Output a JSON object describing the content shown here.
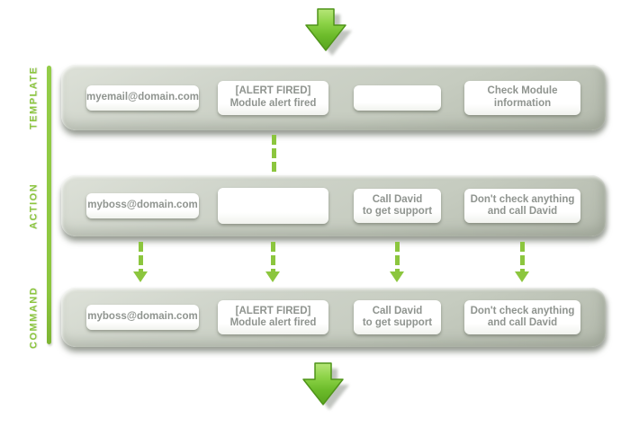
{
  "diagram": {
    "background": "#ffffff",
    "accent_green": "#8cc63e",
    "bar_color": "#c6ccc0",
    "box_text_color": "#8f948f",
    "top_arrow_icon": "down-arrow",
    "bottom_arrow_icon": "down-arrow",
    "rows": [
      {
        "id": "template",
        "label": "TEMPLATE",
        "boxes": [
          {
            "line1": "myemail@domain.com",
            "line2": ""
          },
          {
            "line1": "[ALERT FIRED]",
            "line2": "Module alert fired"
          },
          {
            "line1": "",
            "line2": ""
          },
          {
            "line1": "Check Module",
            "line2": "information"
          }
        ]
      },
      {
        "id": "action",
        "label": "ACTION",
        "boxes": [
          {
            "line1": "myboss@domain.com",
            "line2": ""
          },
          {
            "line1": "",
            "line2": ""
          },
          {
            "line1": "Call David",
            "line2": "to get support"
          },
          {
            "line1": "Don't check anything",
            "line2": "and call David"
          }
        ]
      },
      {
        "id": "command",
        "label": "COMMAND",
        "boxes": [
          {
            "line1": "myboss@domain.com",
            "line2": ""
          },
          {
            "line1": "[ALERT FIRED]",
            "line2": "Module alert fired"
          },
          {
            "line1": "Call David",
            "line2": "to get support"
          },
          {
            "line1": "Don't check anything",
            "line2": "and call David"
          }
        ]
      }
    ]
  }
}
